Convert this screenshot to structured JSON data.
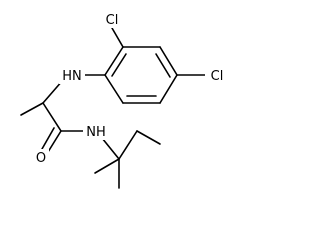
{
  "molecule": {
    "atoms": {
      "cl_top": "Cl",
      "cl_right": "Cl",
      "amine_nh": "HN",
      "amide_nh": "NH",
      "carbonyl_o": "O"
    },
    "colors": {
      "bond": "#000000",
      "label": "#000000",
      "background": "#ffffff"
    }
  }
}
